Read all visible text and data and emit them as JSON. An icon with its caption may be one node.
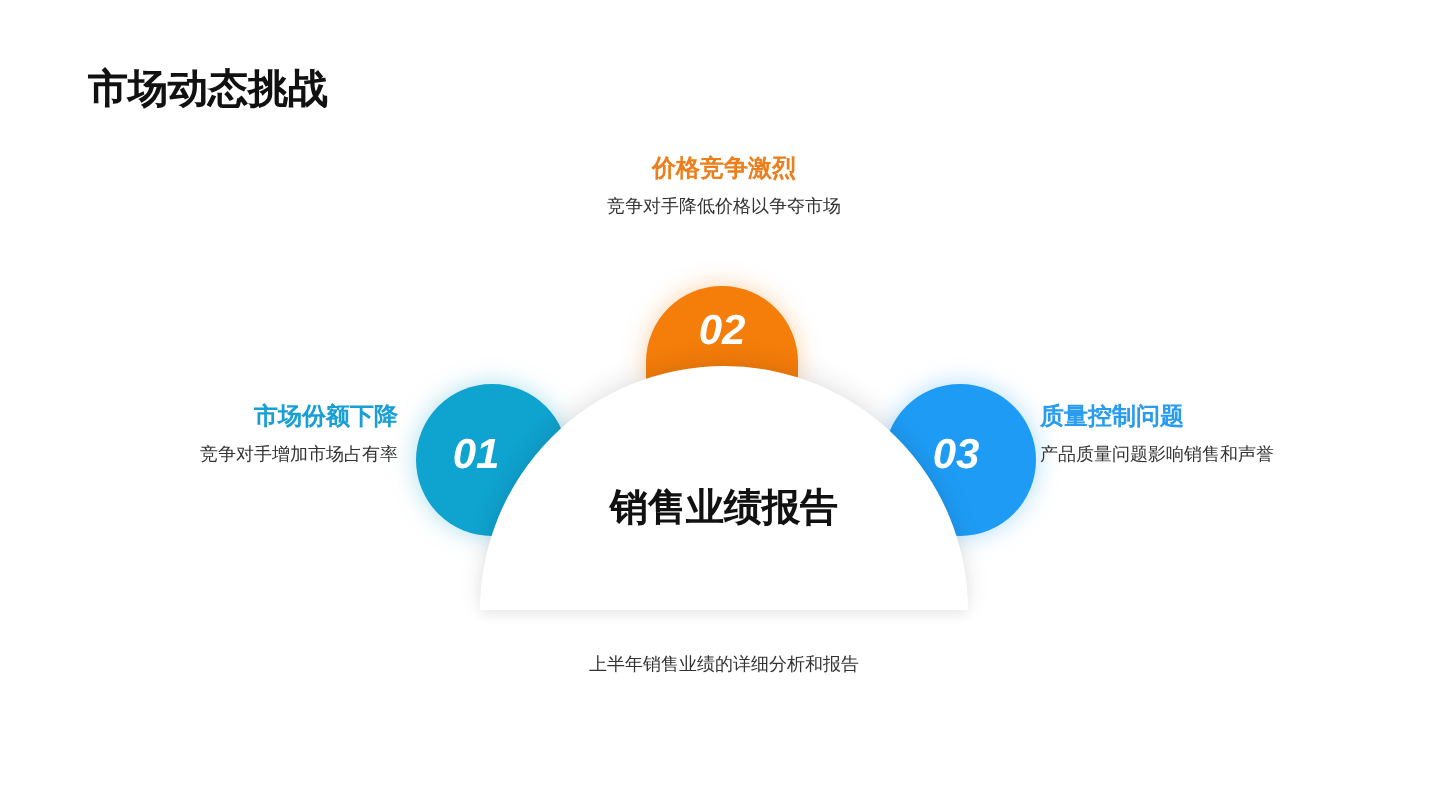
{
  "diagram": {
    "title": "市场动态挑战",
    "nodes": [
      {
        "text": [
          "01"
        ],
        "beside": [
          "市场份额下降",
          "竞争对手增加市场占有率"
        ]
      },
      {
        "text": [
          "02"
        ],
        "beside": [
          "价格竞争激烈",
          "竞争对手降低价格以争夺市场"
        ]
      },
      {
        "text": [
          "03"
        ],
        "beside": [
          "质量控制问题",
          "产品质量问题影响销售和声誉"
        ]
      },
      {
        "text": [
          "销售业绩报告"
        ],
        "beside": [
          "上半年销售业绩的详细分析和报告"
        ]
      }
    ]
  }
}
